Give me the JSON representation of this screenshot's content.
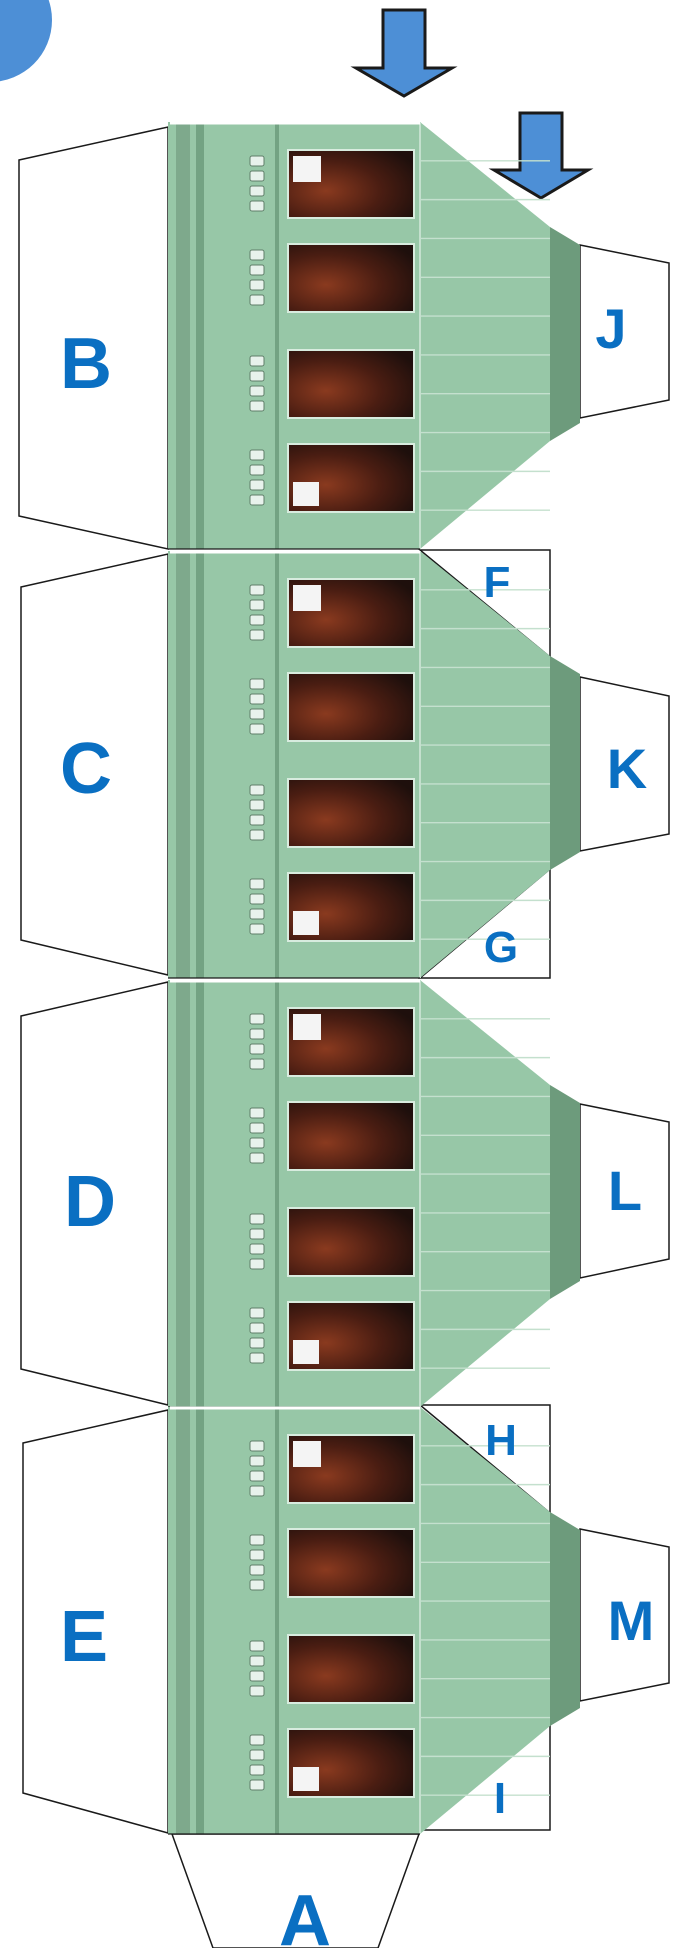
{
  "colors": {
    "panel": "#97c7a7",
    "panel_dark": "#73a383",
    "panel_line": "#c4e0ce",
    "rail": "#7ea98c",
    "slope_dark": "#6d9b7c",
    "arrow": "#4d8fd6",
    "label": "#0a6fc2",
    "outline": "#1a1a1a",
    "window": "#2a1510",
    "window_glow": "#8a3a1f"
  },
  "icons": {
    "fold_arrows": "down-arrow-icon",
    "corner_badge": "blue-circle-icon"
  },
  "labels": {
    "A": "A",
    "B": "B",
    "C": "C",
    "D": "D",
    "E": "E",
    "F": "F",
    "G": "G",
    "H": "H",
    "I": "I",
    "J": "J",
    "K": "K",
    "L": "L",
    "M": "M"
  }
}
